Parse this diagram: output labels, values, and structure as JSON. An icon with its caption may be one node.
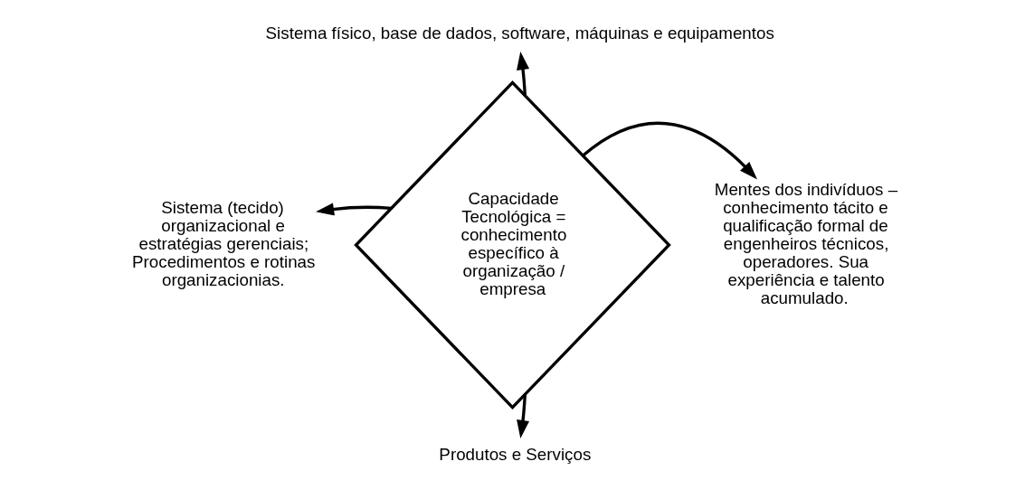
{
  "diagram": {
    "nodes": [
      {
        "text": [
          "Sistema físico, base de dados, software, máquinas e equipamentos"
        ]
      },
      {
        "text": [
          "Sistema (tecido) organizacional e estratégias gerenciais; Procedimentos e rotinas organizacionias."
        ]
      },
      {
        "text": [
          "Capacidade Tecnológica = conhecimento específico à organização / empresa"
        ]
      },
      {
        "text": [
          "Mentes dos indivíduos – conhecimento tácito e qualificação formal de engenheiros técnicos, operadores. Sua experiência e talento acumulado."
        ]
      },
      {
        "text": [
          "Produtos e Serviços"
        ]
      }
    ],
    "edges": [
      {
        "from": 2,
        "to": 0,
        "arrow": "to"
      },
      {
        "from": 2,
        "to": 1,
        "arrow": "to"
      },
      {
        "from": 2,
        "to": 3,
        "arrow": "to"
      },
      {
        "from": 2,
        "to": 4,
        "arrow": "to"
      }
    ]
  }
}
